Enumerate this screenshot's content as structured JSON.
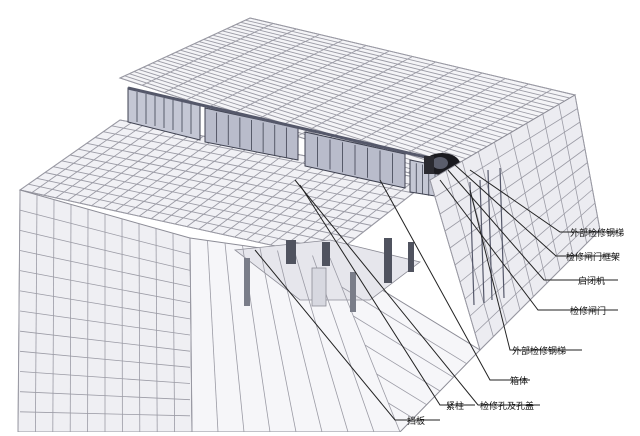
{
  "labels": {
    "external_ladder_top": "外部检修钢梯",
    "gate_frame": "检修闸门框架",
    "hoist": "启闭机",
    "maintenance_gate": "检修闸门",
    "external_ladder_bottom": "外部检修钢梯",
    "tank_body": "箱体",
    "column": "紧柱",
    "access_hole": "检修孔及孔盖",
    "baffle": "挡板"
  },
  "colors": {
    "frame_fill": "#eeeef2",
    "frame_stroke": "#8c8c96",
    "gate_fill": "#b9bccb",
    "gate_dark": "#3e4150",
    "hoist_dark": "#1a1a1f",
    "leader": "#222222"
  }
}
